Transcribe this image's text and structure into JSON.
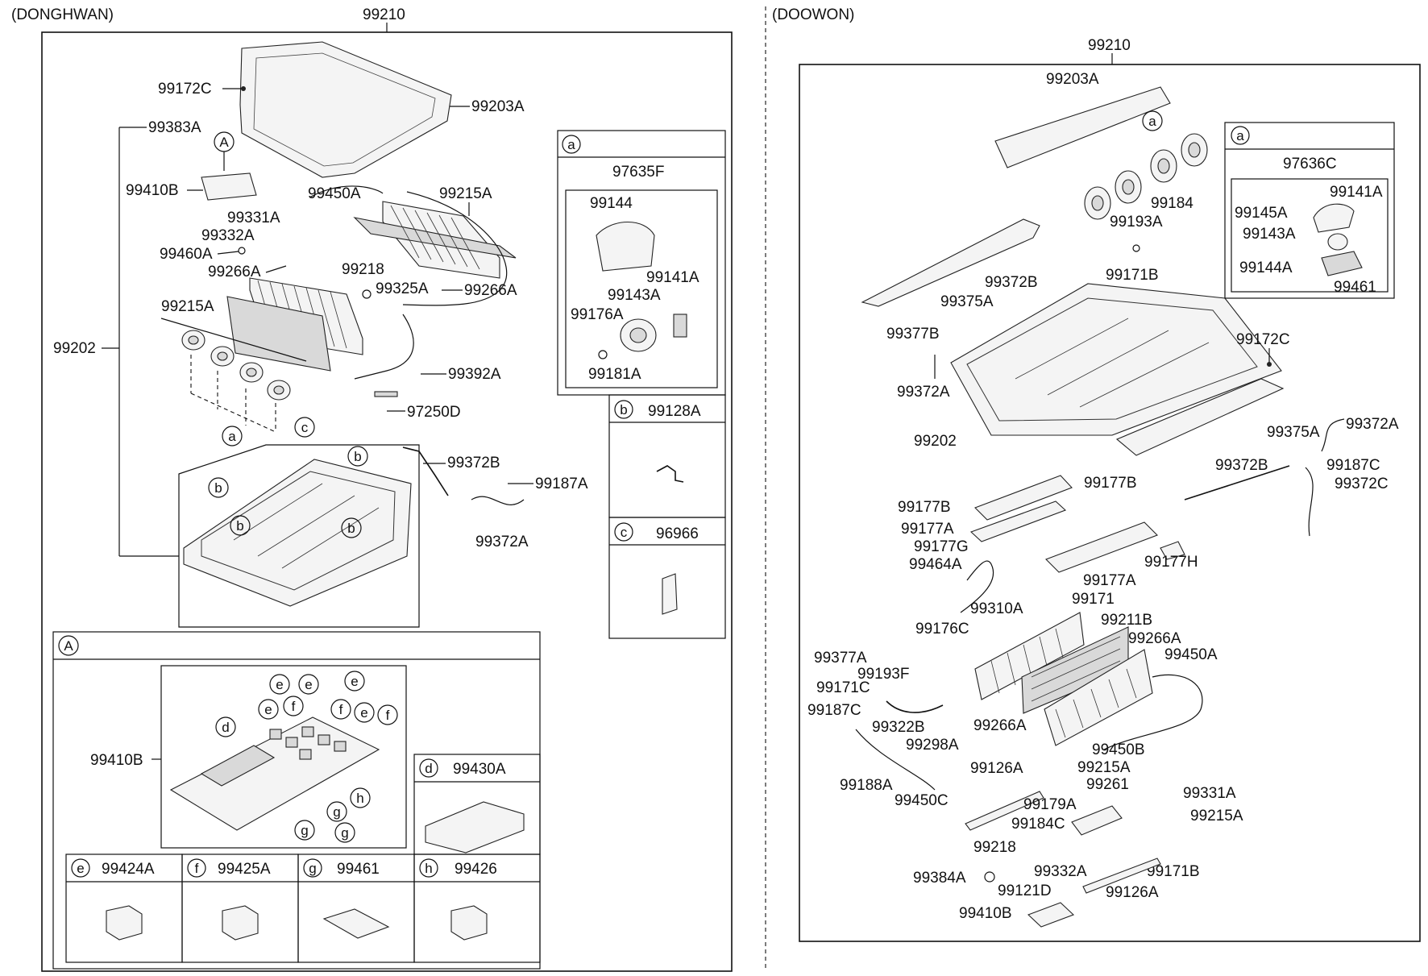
{
  "left": {
    "brand": "(DONGHWAN)",
    "top_part": "99210",
    "labels": {
      "l99172C": "99172C",
      "l99203A": "99203A",
      "l99383A": "99383A",
      "l99410B": "99410B",
      "l99450A": "99450A",
      "l99215A_1": "99215A",
      "l99331A": "99331A",
      "l99332A": "99332A",
      "l99460A": "99460A",
      "l99266A_1": "99266A",
      "l99218": "99218",
      "l99325A": "99325A",
      "l99266A_2": "99266A",
      "l99215A_2": "99215A",
      "l99202": "99202",
      "l99392A": "99392A",
      "l97250D": "97250D",
      "l99372B": "99372B",
      "l99187A": "99187A",
      "l99372A": "99372A",
      "l99410B_2": "99410B"
    },
    "callouts": {
      "A_big": "A",
      "a_bottom": "a",
      "c_top": "c",
      "b1": "b",
      "b2": "b",
      "b3": "b",
      "b4": "b",
      "d": "d",
      "e1": "e",
      "e2": "e",
      "e3": "e",
      "e4": "e",
      "e5": "e",
      "f1": "f",
      "f2": "f",
      "f3": "f",
      "g1": "g",
      "g2": "g",
      "g3": "g",
      "h": "h"
    },
    "box_a": {
      "letter": "a",
      "assembly": "97635F",
      "parts": {
        "p1": "99144",
        "p2": "99141A",
        "p3": "99143A",
        "p4": "99176A",
        "p5": "99181A"
      }
    },
    "box_b": {
      "letter": "b",
      "part": "99128A"
    },
    "box_c": {
      "letter": "c",
      "part": "96966"
    },
    "box_A": {
      "letter": "A"
    },
    "box_d": {
      "letter": "d",
      "part": "99430A"
    },
    "box_e": {
      "letter": "e",
      "part": "99424A"
    },
    "box_f": {
      "letter": "f",
      "part": "99425A"
    },
    "box_g": {
      "letter": "g",
      "part": "99461"
    },
    "box_h": {
      "letter": "h",
      "part": "99426"
    }
  },
  "right": {
    "brand": "(DOOWON)",
    "top_part": "99210",
    "box_a": {
      "letter": "a",
      "assembly": "97636C",
      "parts": {
        "p1": "99145A",
        "p2": "99141A",
        "p3": "99143A",
        "p4": "99144A",
        "p5": "99461"
      }
    },
    "labels": {
      "r99203A": "99203A",
      "ra": "a",
      "r99184": "99184",
      "r99193A": "99193A",
      "r99171B": "99171B",
      "r99372B": "99372B",
      "r99375A": "99375A",
      "r99377B": "99377B",
      "r99372A": "99372A",
      "r99172C": "99172C",
      "r99202": "99202",
      "r99375A_2": "99375A",
      "r99372A_2": "99372A",
      "r99372B_2": "99372B",
      "r99187C": "99187C",
      "r99372C": "99372C",
      "r99177B": "99177B",
      "r99177B_2": "99177B",
      "r99177A": "99177A",
      "r99177G": "99177G",
      "r99464A": "99464A",
      "r99177H": "99177H",
      "r99177A_2": "99177A",
      "r99171": "99171",
      "r99310A": "99310A",
      "r99211B": "99211B",
      "r99176C": "99176C",
      "r99266A": "99266A",
      "r99450A": "99450A",
      "r99377A": "99377A",
      "r99193F": "99193F",
      "r99171C": "99171C",
      "r99187C_2": "99187C",
      "r99322B": "99322B",
      "r99298A": "99298A",
      "r99266A_2": "99266A",
      "r99450B": "99450B",
      "r99188A": "99188A",
      "r99450C": "99450C",
      "r99126A": "99126A",
      "r99215A": "99215A",
      "r99261": "99261",
      "r99331A": "99331A",
      "r99179A": "99179A",
      "r99184C": "99184C",
      "r99215A_2": "99215A",
      "r99218": "99218",
      "r99384A": "99384A",
      "r99332A": "99332A",
      "r99171B_2": "99171B",
      "r99121D": "99121D",
      "r99126A_2": "99126A",
      "r99410B": "99410B"
    }
  }
}
